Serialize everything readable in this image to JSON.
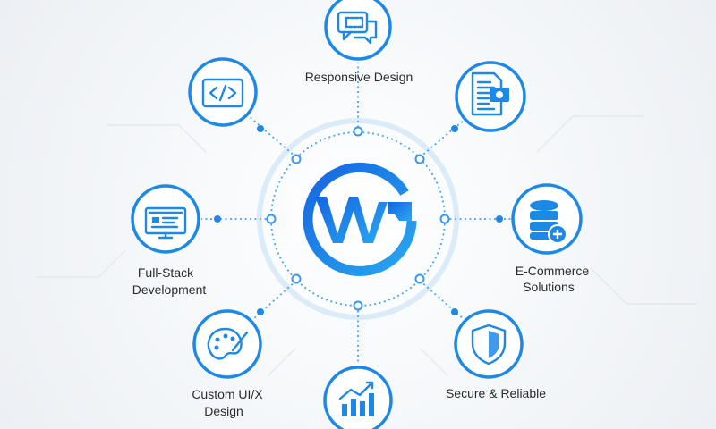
{
  "logo": {
    "text": "WG"
  },
  "nodes": [
    {
      "id": "responsive-design",
      "label": "Responsive Design",
      "icon": "chat-bubbles-icon"
    },
    {
      "id": "code",
      "label": "",
      "icon": "code-icon"
    },
    {
      "id": "invoice",
      "label": "",
      "icon": "invoice-money-icon"
    },
    {
      "id": "full-stack",
      "label_lines": [
        "Full-Stack",
        "Development"
      ],
      "icon": "monitor-icon"
    },
    {
      "id": "ecommerce",
      "label_lines": [
        "E-Commerce",
        "Solutions"
      ],
      "icon": "database-plus-icon"
    },
    {
      "id": "custom-uix",
      "label_lines": [
        "Custom UI/X",
        "Design"
      ],
      "icon": "palette-icon"
    },
    {
      "id": "analytics",
      "label": "",
      "icon": "bar-chart-icon"
    },
    {
      "id": "secure",
      "label": "Secure & Reliable",
      "icon": "shield-icon"
    }
  ],
  "colors": {
    "accent": "#1e88e5",
    "light": "#4aa3ef",
    "ring": "#dcebf8"
  }
}
